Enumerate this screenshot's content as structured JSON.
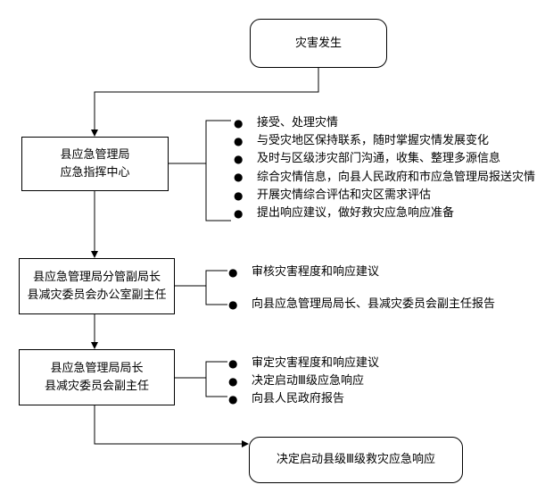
{
  "start_box": "灾害发生",
  "box1": {
    "line1": "县应急管理局",
    "line2": "应急指挥中心"
  },
  "box2": {
    "line1": "县应急管理局分管副局长",
    "line2": "县减灾委员会办公室副主任"
  },
  "box3": {
    "line1": "县应急管理局局长",
    "line2": "县减灾委员会副主任"
  },
  "end_box": "决定启动县级Ⅲ级救灾应急响应",
  "list1": [
    "接受、处理灾情",
    "与受灾地区保持联系，随时掌握灾情发展变化",
    "及时与区级涉灾部门沟通，收集、整理多源信息",
    "综合灾情信息，向县人民政府和市应急管理局报送灾情",
    "开展灾情综合评估和灾区需求评估",
    "提出响应建议，做好救灾应急响应准备"
  ],
  "list2": [
    "审核灾害程度和响应建议",
    "向县应急管理局局长、县减灾委员会副主任报告"
  ],
  "list3": [
    "审定灾害程度和响应建议",
    "决定启动Ⅲ级应急响应",
    "向县人民政府报告"
  ],
  "bullet_glyph": "●"
}
